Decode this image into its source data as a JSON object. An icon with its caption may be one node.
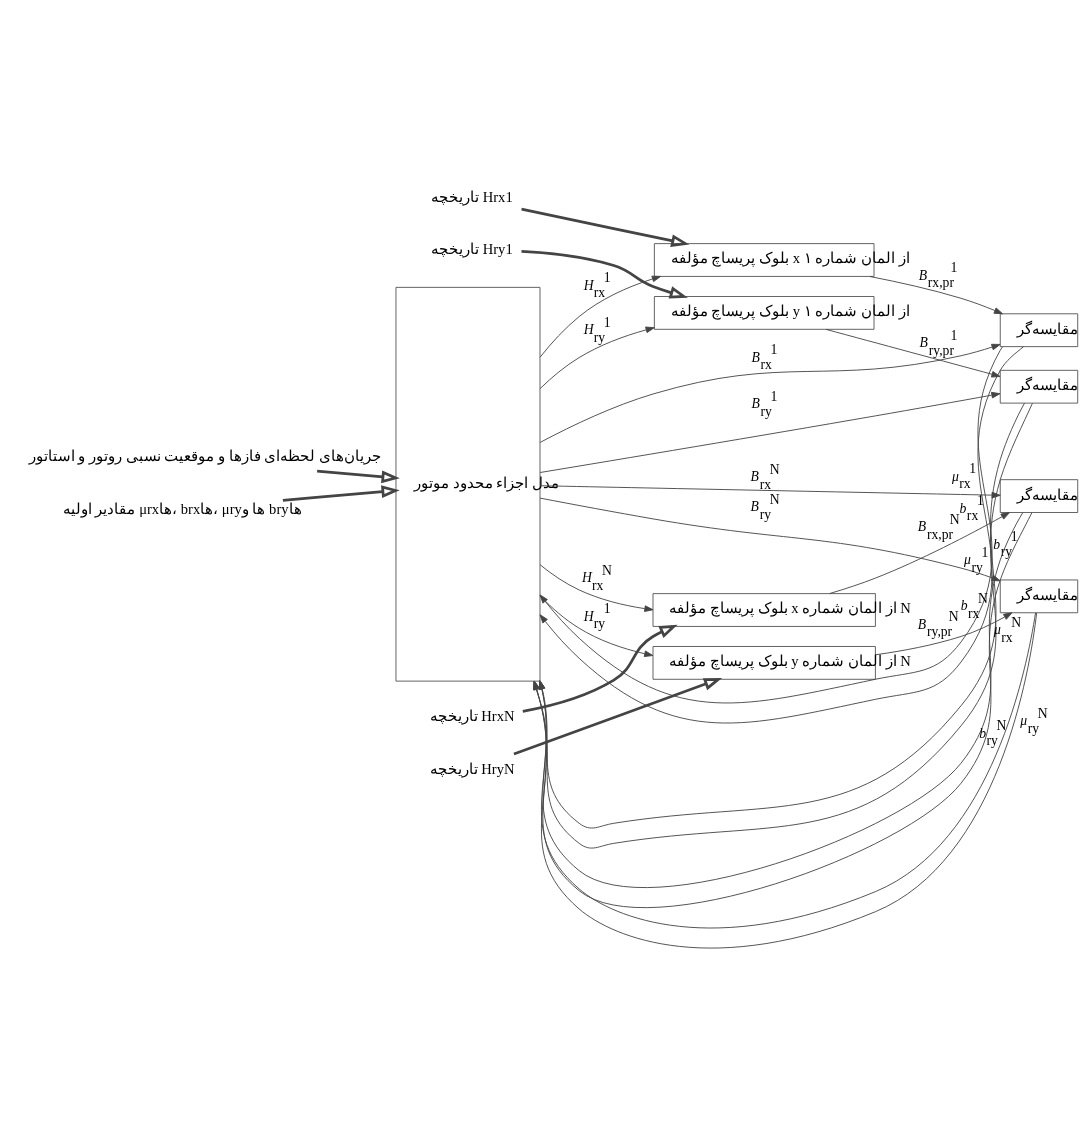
{
  "diagram": {
    "nodes": [
      {
        "text": [
          "مدل اجزاء محدود موتور"
        ]
      },
      {
        "text": [
          "جریان‌های لحظه‌ای فازها و موقعیت نسبی روتور و استاتور"
        ]
      },
      {
        "text": [
          "مقادیر اولیه μrxها، brxها، μryها و bryها"
        ]
      },
      {
        "text": [
          "بلوک پریساچ مؤلفه *x* از المان شماره ۱"
        ]
      },
      {
        "text": [
          "تاریخچه Hrx1"
        ]
      },
      {
        "text": [
          "مقایسه‌گر"
        ]
      },
      {
        "text": [
          "بلوک پریساچ مؤلفه *y* از المان شماره ۱"
        ]
      },
      {
        "text": [
          "تاریخچه Hry1"
        ]
      },
      {
        "text": [
          "مقایسه‌گر"
        ]
      },
      {
        "text": [
          "بلوک پریساچ مؤلفه *x* از المان شماره N"
        ]
      },
      {
        "text": [
          "تاریخچه HrxN"
        ]
      },
      {
        "text": [
          "مقایسه‌گر"
        ]
      },
      {
        "text": [
          "بلوک پریساچ مؤلفه *y* از المان شماره N"
        ]
      },
      {
        "text": [
          "تاریخچه HryN"
        ]
      },
      {
        "text": [
          "مقایسه‌گر"
        ]
      }
    ],
    "edges": [
      {
        "from": 1,
        "to": 0,
        "arrow": "to",
        "style": "thick"
      },
      {
        "from": 2,
        "to": 0,
        "arrow": "to",
        "style": "thick"
      },
      {
        "from": 0,
        "to": 3,
        "arrow": "to",
        "label": "*H*$_{rx}$$^{1}$"
      },
      {
        "from": 4,
        "to": 3,
        "arrow": "to",
        "style": "thick"
      },
      {
        "from": 3,
        "to": 5,
        "arrow": "to",
        "label": "*B*$_{rx,pr}$$^{1}$"
      },
      {
        "from": 0,
        "to": 5,
        "arrow": "to",
        "label": "*B*$_{rx}$$^{1}$"
      },
      {
        "from": 5,
        "to": 0,
        "arrow": "to",
        "label": "*μ*$_{rx}$$^{1}$"
      },
      {
        "from": 5,
        "to": 0,
        "arrow": "to",
        "label": "*b*$_{rx}$$^{1}$"
      },
      {
        "from": 0,
        "to": 6,
        "arrow": "to",
        "label": "*H*$_{ry}$$^{1}$"
      },
      {
        "from": 7,
        "to": 6,
        "arrow": "to",
        "style": "thick"
      },
      {
        "from": 6,
        "to": 8,
        "arrow": "to",
        "label": "*B*$_{ry,pr}$$^{1}$"
      },
      {
        "from": 0,
        "to": 8,
        "arrow": "to",
        "label": "*B*$_{ry}$$^{1}$"
      },
      {
        "from": 8,
        "to": 0,
        "arrow": "to",
        "label": "*μ*$_{ry}$$^{1}$"
      },
      {
        "from": 8,
        "to": 0,
        "arrow": "to",
        "label": "*b*$_{ry}$$^{1}$"
      },
      {
        "from": 0,
        "to": 9,
        "arrow": "to",
        "label": "*H*$_{rx}$$^{N}$"
      },
      {
        "from": 10,
        "to": 9,
        "arrow": "to",
        "style": "thick"
      },
      {
        "from": 9,
        "to": 11,
        "arrow": "to",
        "label": "*B*$_{rx,pr}$$^{N}$"
      },
      {
        "from": 0,
        "to": 11,
        "arrow": "to",
        "label": "*B*$_{rx}$$^{N}$"
      },
      {
        "from": 11,
        "to": 0,
        "arrow": "to",
        "label": "*μ*$_{rx}$$^{N}$"
      },
      {
        "from": 11,
        "to": 0,
        "arrow": "to",
        "label": "*b*$_{rx}$$^{N}$"
      },
      {
        "from": 0,
        "to": 12,
        "arrow": "to",
        "label": "*H*$_{ry}$$^{1}$"
      },
      {
        "from": 13,
        "to": 12,
        "arrow": "to",
        "style": "thick"
      },
      {
        "from": 12,
        "to": 14,
        "arrow": "to",
        "label": "*B*$_{ry,pr}$$^{N}$"
      },
      {
        "from": 0,
        "to": 14,
        "arrow": "to",
        "label": "*B*$_{ry}$$^{N}$"
      },
      {
        "from": 14,
        "to": 0,
        "arrow": "to",
        "label": "*μ*$_{ry}$$^{N}$"
      },
      {
        "from": 14,
        "to": 0,
        "arrow": "to",
        "label": "*b*$_{ry}$$^{N}$"
      }
    ]
  }
}
